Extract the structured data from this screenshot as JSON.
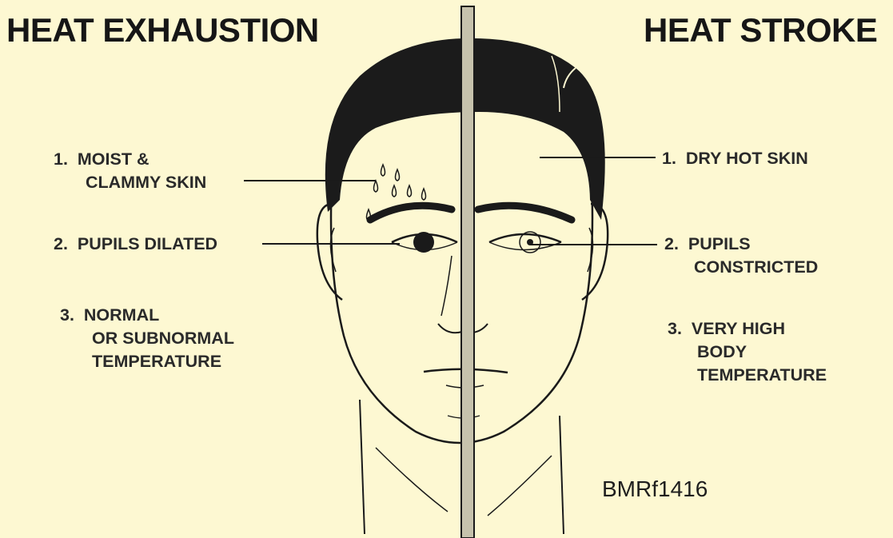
{
  "titles": {
    "left": "HEAT EXHAUSTION",
    "right": "HEAT STROKE"
  },
  "left_labels": [
    {
      "number": "1.",
      "lines": [
        "MOIST &",
        "CLAMMY SKIN"
      ]
    },
    {
      "number": "2.",
      "lines": [
        "PUPILS DILATED"
      ]
    },
    {
      "number": "3.",
      "lines": [
        "NORMAL",
        "OR SUBNORMAL",
        "TEMPERATURE"
      ]
    }
  ],
  "right_labels": [
    {
      "number": "1.",
      "lines": [
        "DRY HOT SKIN"
      ]
    },
    {
      "number": "2.",
      "lines": [
        "PUPILS",
        "CONSTRICTED"
      ]
    },
    {
      "number": "3.",
      "lines": [
        "VERY HIGH",
        "BODY",
        "TEMPERATURE"
      ]
    }
  ],
  "figure_code": "BMRf1416",
  "colors": {
    "background": "#fdf8d2",
    "ink": "#1a1a1a",
    "hair": "#1b1b1b"
  }
}
